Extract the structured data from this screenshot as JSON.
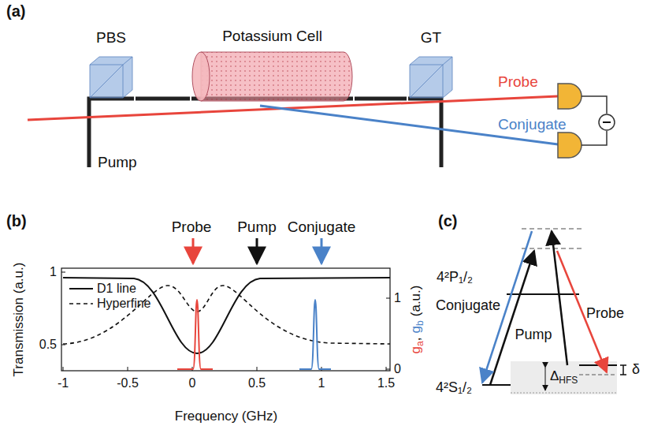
{
  "diagram": {
    "nodes": [
      {
        "text": [
          "PBS"
        ]
      },
      {
        "text": [
          "Potassium Cell"
        ]
      },
      {
        "text": [
          "GT"
        ]
      }
    ],
    "edges": [
      {
        "from": 0,
        "to": 1,
        "arrow": "none"
      },
      {
        "from": 1,
        "to": 2,
        "arrow": "none"
      }
    ],
    "labels": [
      "(a)",
      "Probe",
      "Conjugate",
      "Pump",
      "(b)",
      "Probe",
      "Pump",
      "Conjugate",
      "Transmission (a.u.)",
      "1",
      "0.5",
      "-1",
      "-0.5",
      "0",
      "0.5",
      "1",
      "1.5",
      "Frequency (GHz)",
      "1",
      "0",
      "g",
      "a",
      ",",
      "g",
      "b",
      "(a.u.)",
      "(c)",
      "4²P₁/₂",
      "Conjugate",
      "Pump",
      "Probe",
      "4²S₁/₂",
      "Δ",
      "HFS",
      "δ"
    ],
    "legend": [
      {
        "text": "D1 line"
      },
      {
        "text": "Hyperfine"
      }
    ]
  }
}
